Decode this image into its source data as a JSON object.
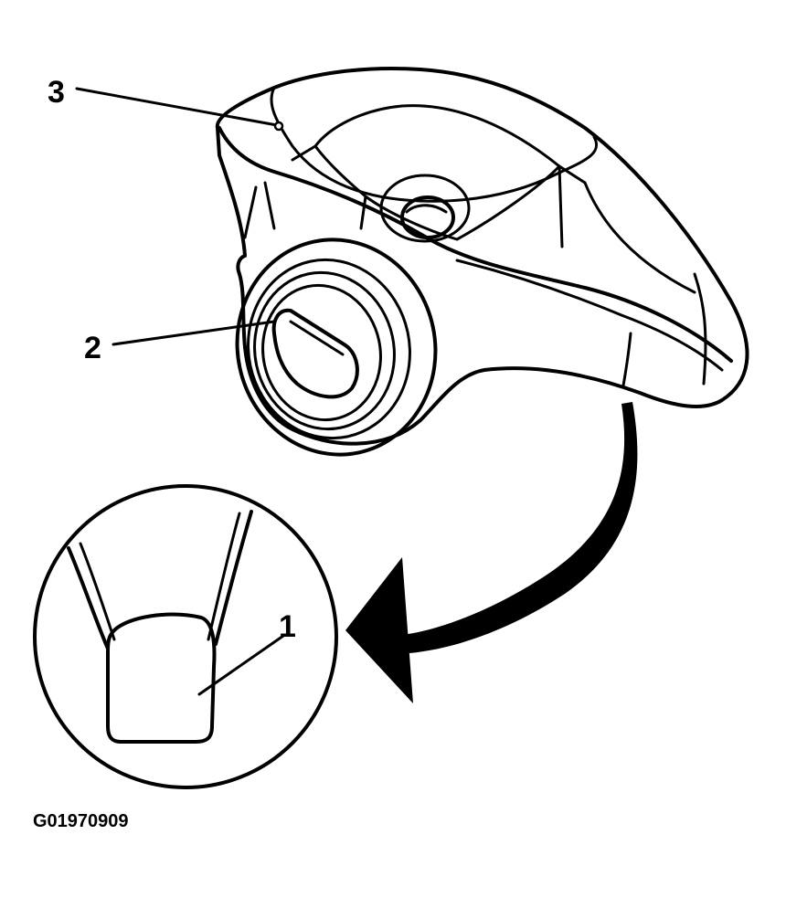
{
  "callouts": [
    {
      "id": "callout-1",
      "number": "1"
    },
    {
      "id": "callout-2",
      "number": "2"
    },
    {
      "id": "callout-3",
      "number": "3"
    }
  ],
  "figure_id": "G01970909"
}
